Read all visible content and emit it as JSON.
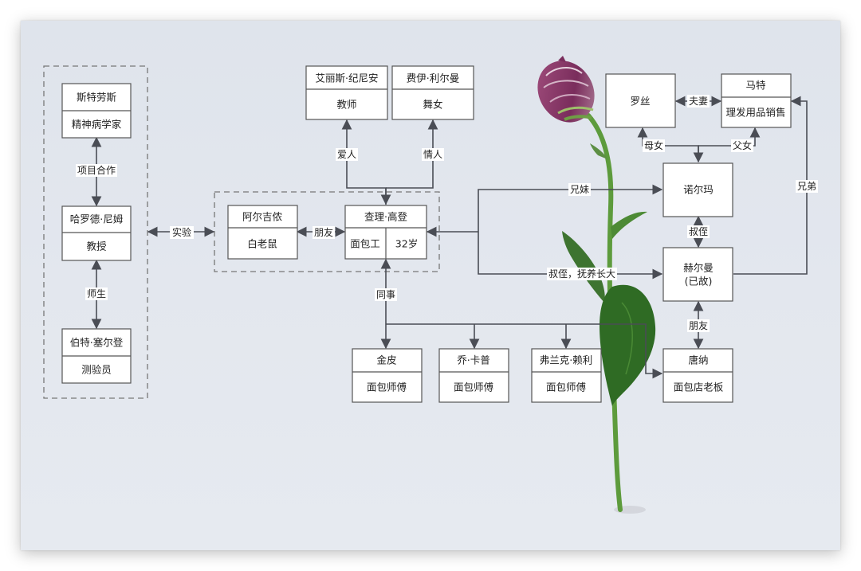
{
  "diagram": {
    "title": "",
    "groups": [
      {
        "id": "lab-group",
        "members": [
          "strauss",
          "nemur",
          "burt"
        ]
      },
      {
        "id": "charlie-group",
        "members": [
          "algernon",
          "charlie"
        ]
      }
    ],
    "nodes": [
      {
        "id": "strauss",
        "name": "斯特劳斯",
        "role": "精神病学家"
      },
      {
        "id": "nemur",
        "name": "哈罗德·尼姆",
        "role": "教授"
      },
      {
        "id": "burt",
        "name": "伯特·塞尔登",
        "role": "测验员"
      },
      {
        "id": "algernon",
        "name": "阿尔吉侬",
        "role": "白老鼠"
      },
      {
        "id": "charlie",
        "name": "查理·高登",
        "role": "面包工",
        "age": "32岁"
      },
      {
        "id": "alice",
        "name": "艾丽斯·纪尼安",
        "role": "教师"
      },
      {
        "id": "fay",
        "name": "费伊·利尔曼",
        "role": "舞女"
      },
      {
        "id": "rose",
        "name": "罗丝",
        "role": ""
      },
      {
        "id": "matt",
        "name": "马特",
        "role": "理发用品销售"
      },
      {
        "id": "norma",
        "name": "诺尔玛",
        "role": ""
      },
      {
        "id": "herman",
        "name": "赫尔曼",
        "role": "(已故)"
      },
      {
        "id": "gimpy",
        "name": "金皮",
        "role": "面包师傅"
      },
      {
        "id": "joe",
        "name": "乔·卡普",
        "role": "面包师傅"
      },
      {
        "id": "frank",
        "name": "弗兰克·赖利",
        "role": "面包师傅"
      },
      {
        "id": "donner",
        "name": "唐纳",
        "role": "面包店老板"
      }
    ],
    "edges": [
      {
        "from": "strauss",
        "to": "nemur",
        "label": "项目合作",
        "direction": "both"
      },
      {
        "from": "nemur",
        "to": "burt",
        "label": "师生",
        "direction": "both"
      },
      {
        "from": "lab-group",
        "to": "charlie-group",
        "label": "实验",
        "direction": "both"
      },
      {
        "from": "algernon",
        "to": "charlie",
        "label": "朋友",
        "direction": "both"
      },
      {
        "from": "charlie",
        "to": "alice",
        "label": "爱人",
        "direction": "forward"
      },
      {
        "from": "charlie",
        "to": "fay",
        "label": "情人",
        "direction": "forward"
      },
      {
        "from": "rose",
        "to": "matt",
        "label": "夫妻",
        "direction": "both"
      },
      {
        "from": "norma",
        "to": "rose",
        "label": "母女",
        "direction": "forward"
      },
      {
        "from": "norma",
        "to": "matt",
        "label": "父女",
        "direction": "forward"
      },
      {
        "from": "charlie",
        "to": "norma",
        "label": "兄妹",
        "direction": "both"
      },
      {
        "from": "charlie",
        "to": "herman",
        "label": "叔侄，抚养长大",
        "direction": "both"
      },
      {
        "from": "norma",
        "to": "herman",
        "label": "叔侄",
        "direction": "both"
      },
      {
        "from": "herman",
        "to": "matt",
        "label": "兄弟",
        "direction": "forward"
      },
      {
        "from": "herman",
        "to": "donner",
        "label": "朋友",
        "direction": "both"
      },
      {
        "from": "charlie",
        "to": "gimpy",
        "label": "同事",
        "direction": "both"
      },
      {
        "from": "charlie",
        "to": "joe",
        "label": "",
        "direction": "forward"
      },
      {
        "from": "charlie",
        "to": "frank",
        "label": "",
        "direction": "forward"
      },
      {
        "from": "charlie",
        "to": "donner",
        "label": "",
        "direction": "forward"
      }
    ]
  },
  "colors": {
    "line": "#4a4d55",
    "box_fill": "#ffffff",
    "box_stroke": "#555555",
    "group_stroke": "#777777",
    "background": "#e2e6ed",
    "petal": "#8b3a6b",
    "stem": "#5a9a3a",
    "leaf": "#3f7a2e"
  }
}
